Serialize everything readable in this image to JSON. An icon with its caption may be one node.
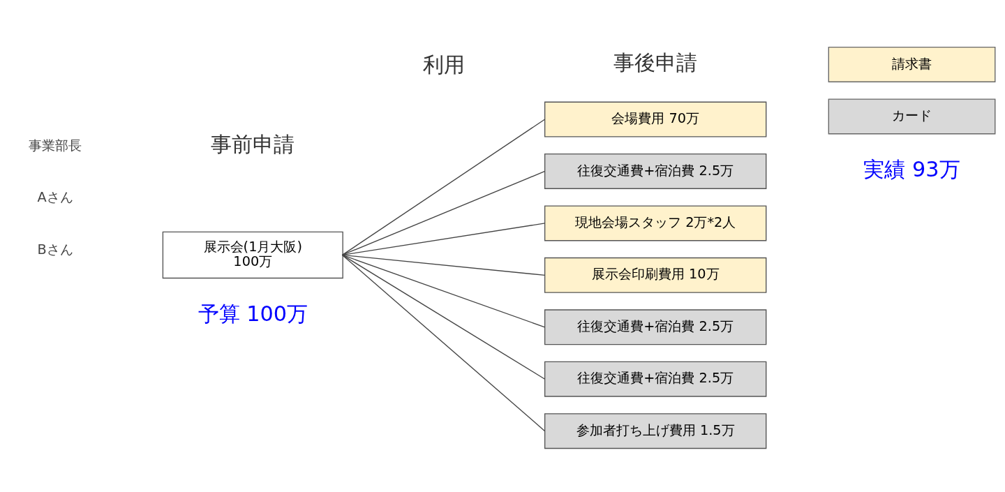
{
  "diagram": {
    "nodes": [
      {
        "text": [
          "展示会(1月大阪)",
          "100万"
        ]
      },
      {
        "text": [
          "会場費用 70万"
        ]
      },
      {
        "text": [
          "往復交通費+宿泊費 2.5万"
        ]
      },
      {
        "text": [
          "現地会場スタッフ 2万*2人"
        ]
      },
      {
        "text": [
          "展示会印刷費用 10万"
        ]
      },
      {
        "text": [
          "往復交通費+宿泊費 2.5万"
        ]
      },
      {
        "text": [
          "往復交通費+宿泊費 2.5万"
        ]
      },
      {
        "text": [
          "参加者打ち上げ費用 1.5万"
        ]
      }
    ],
    "edges": [
      {
        "from": 0,
        "to": 1,
        "arrow": "none"
      },
      {
        "from": 0,
        "to": 2,
        "arrow": "none"
      },
      {
        "from": 0,
        "to": 3,
        "arrow": "none"
      },
      {
        "from": 0,
        "to": 4,
        "arrow": "none"
      },
      {
        "from": 0,
        "to": 5,
        "arrow": "none"
      },
      {
        "from": 0,
        "to": 6,
        "arrow": "none"
      },
      {
        "from": 0,
        "to": 7,
        "arrow": "none"
      }
    ],
    "labels": [
      "事前申請",
      "利用",
      "事後申請",
      "事業部長",
      "Aさん",
      "予算 100万",
      "実績 93万",
      "Bさん"
    ],
    "legend": [
      {
        "text": "請求書",
        "color": "#fff2cc"
      },
      {
        "text": "カード",
        "color": "#d9d9d9"
      }
    ]
  }
}
